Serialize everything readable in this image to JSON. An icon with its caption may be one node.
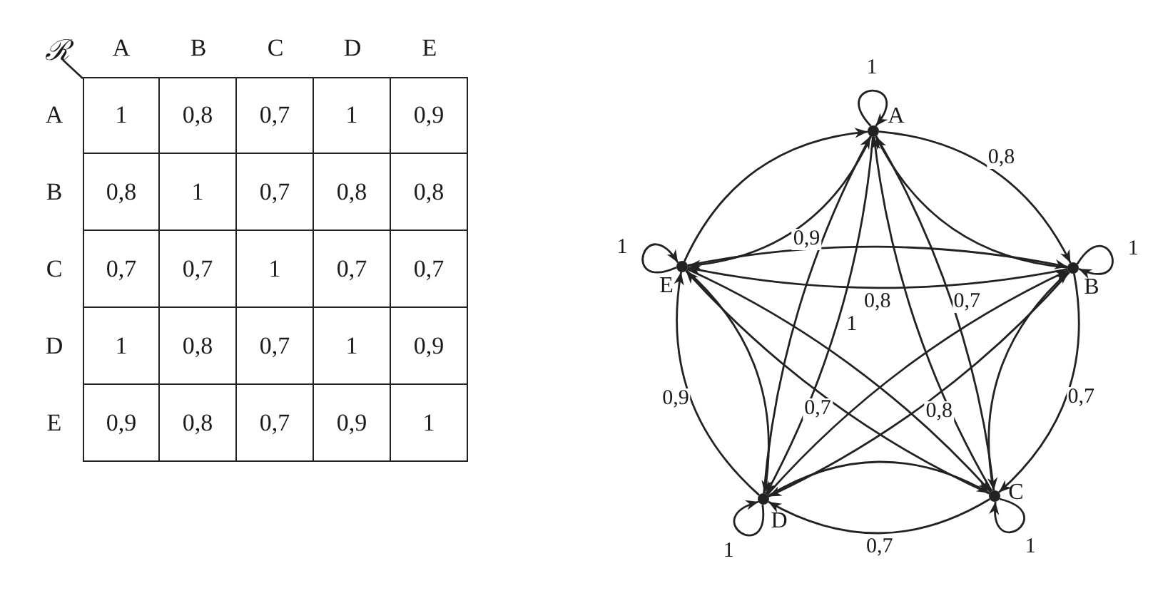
{
  "diagram": {
    "nodes": [
      {
        "text": [
          "A"
        ]
      },
      {
        "text": [
          "B"
        ]
      },
      {
        "text": [
          "C"
        ]
      },
      {
        "text": [
          "D"
        ]
      },
      {
        "text": [
          "E"
        ]
      }
    ],
    "edges": [
      {
        "from": 0,
        "to": 0,
        "arrow": "to",
        "label": "1"
      },
      {
        "from": 1,
        "to": 1,
        "arrow": "to",
        "label": "1"
      },
      {
        "from": 2,
        "to": 2,
        "arrow": "to",
        "label": "1"
      },
      {
        "from": 3,
        "to": 3,
        "arrow": "to",
        "label": "1"
      },
      {
        "from": 4,
        "to": 4,
        "arrow": "to",
        "label": "1"
      },
      {
        "from": 0,
        "to": 1,
        "arrow": "to",
        "label": "0,8"
      },
      {
        "from": 1,
        "to": 0,
        "arrow": "to"
      },
      {
        "from": 0,
        "to": 2,
        "arrow": "to",
        "label": "0,7"
      },
      {
        "from": 2,
        "to": 0,
        "arrow": "to"
      },
      {
        "from": 0,
        "to": 3,
        "arrow": "to",
        "label": "1"
      },
      {
        "from": 3,
        "to": 0,
        "arrow": "to"
      },
      {
        "from": 0,
        "to": 4,
        "arrow": "to",
        "label": "0,9"
      },
      {
        "from": 4,
        "to": 0,
        "arrow": "to"
      },
      {
        "from": 1,
        "to": 2,
        "arrow": "to",
        "label": "0,7"
      },
      {
        "from": 2,
        "to": 1,
        "arrow": "to"
      },
      {
        "from": 1,
        "to": 3,
        "arrow": "to",
        "label": "0,8"
      },
      {
        "from": 3,
        "to": 1,
        "arrow": "to"
      },
      {
        "from": 1,
        "to": 4,
        "arrow": "to",
        "label": "0,8"
      },
      {
        "from": 4,
        "to": 1,
        "arrow": "to"
      },
      {
        "from": 2,
        "to": 3,
        "arrow": "to",
        "label": "0,7"
      },
      {
        "from": 3,
        "to": 2,
        "arrow": "to"
      },
      {
        "from": 2,
        "to": 4,
        "arrow": "to",
        "label": "0,7"
      },
      {
        "from": 4,
        "to": 2,
        "arrow": "to"
      },
      {
        "from": 3,
        "to": 4,
        "arrow": "to",
        "label": "0,9"
      },
      {
        "from": 4,
        "to": 3,
        "arrow": "to"
      }
    ],
    "labels": [
      "ℛ",
      "A",
      "B",
      "C",
      "D",
      "E",
      "A",
      "1",
      "0,8",
      "0,7",
      "1",
      "0,9",
      "B",
      "0,8",
      "1",
      "0,7",
      "0,8",
      "0,8",
      "C",
      "0,7",
      "0,7",
      "1",
      "0,7",
      "0,7",
      "D",
      "1",
      "0,8",
      "0,7",
      "1",
      "0,9",
      "E",
      "0,9",
      "0,8",
      "0,7",
      "0,9",
      "1"
    ]
  }
}
